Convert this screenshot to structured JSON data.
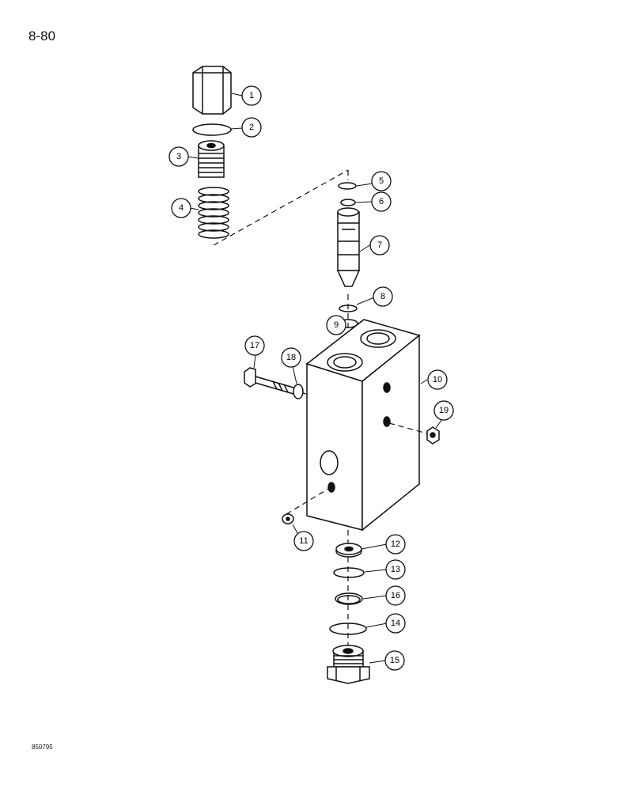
{
  "page_number": "8-80",
  "figure_code": "850795",
  "callouts": [
    "1",
    "2",
    "3",
    "4",
    "5",
    "6",
    "7",
    "8",
    "9",
    "10",
    "11",
    "12",
    "13",
    "14",
    "15",
    "16",
    "17",
    "18",
    "19"
  ]
}
